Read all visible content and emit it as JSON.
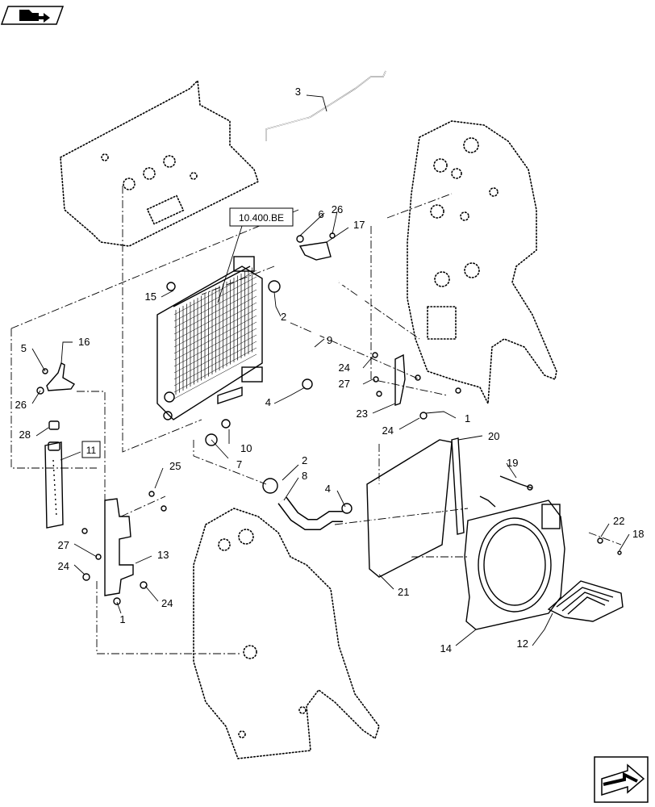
{
  "nav": {
    "top_icon": "folder-arrow-icon",
    "bottom_icon": "next-page-arrow-icon"
  },
  "references": [
    {
      "id": "ref-10400be",
      "text": "10.400.BE"
    },
    {
      "id": "ref-11",
      "text": "11"
    }
  ],
  "callouts": [
    {
      "id": "c3",
      "text": "3"
    },
    {
      "id": "c6",
      "text": "6"
    },
    {
      "id": "c26a",
      "text": "26"
    },
    {
      "id": "c17",
      "text": "17"
    },
    {
      "id": "c15",
      "text": "15"
    },
    {
      "id": "c2a",
      "text": "2"
    },
    {
      "id": "c9",
      "text": "9"
    },
    {
      "id": "c5",
      "text": "5"
    },
    {
      "id": "c16",
      "text": "16"
    },
    {
      "id": "c26b",
      "text": "26"
    },
    {
      "id": "c28",
      "text": "28"
    },
    {
      "id": "c4a",
      "text": "4"
    },
    {
      "id": "c24a",
      "text": "24"
    },
    {
      "id": "c27a",
      "text": "27"
    },
    {
      "id": "c23",
      "text": "23"
    },
    {
      "id": "c24b",
      "text": "24"
    },
    {
      "id": "c1a",
      "text": "1"
    },
    {
      "id": "c10",
      "text": "10"
    },
    {
      "id": "c7",
      "text": "7"
    },
    {
      "id": "c20",
      "text": "20"
    },
    {
      "id": "c25",
      "text": "25"
    },
    {
      "id": "c2b",
      "text": "2"
    },
    {
      "id": "c8",
      "text": "8"
    },
    {
      "id": "c4b",
      "text": "4"
    },
    {
      "id": "c19",
      "text": "19"
    },
    {
      "id": "c22",
      "text": "22"
    },
    {
      "id": "c18",
      "text": "18"
    },
    {
      "id": "c27b",
      "text": "27"
    },
    {
      "id": "c13",
      "text": "13"
    },
    {
      "id": "c24c",
      "text": "24"
    },
    {
      "id": "c24d",
      "text": "24"
    },
    {
      "id": "c1b",
      "text": "1"
    },
    {
      "id": "c21",
      "text": "21"
    },
    {
      "id": "c14",
      "text": "14"
    },
    {
      "id": "c12",
      "text": "12"
    }
  ]
}
